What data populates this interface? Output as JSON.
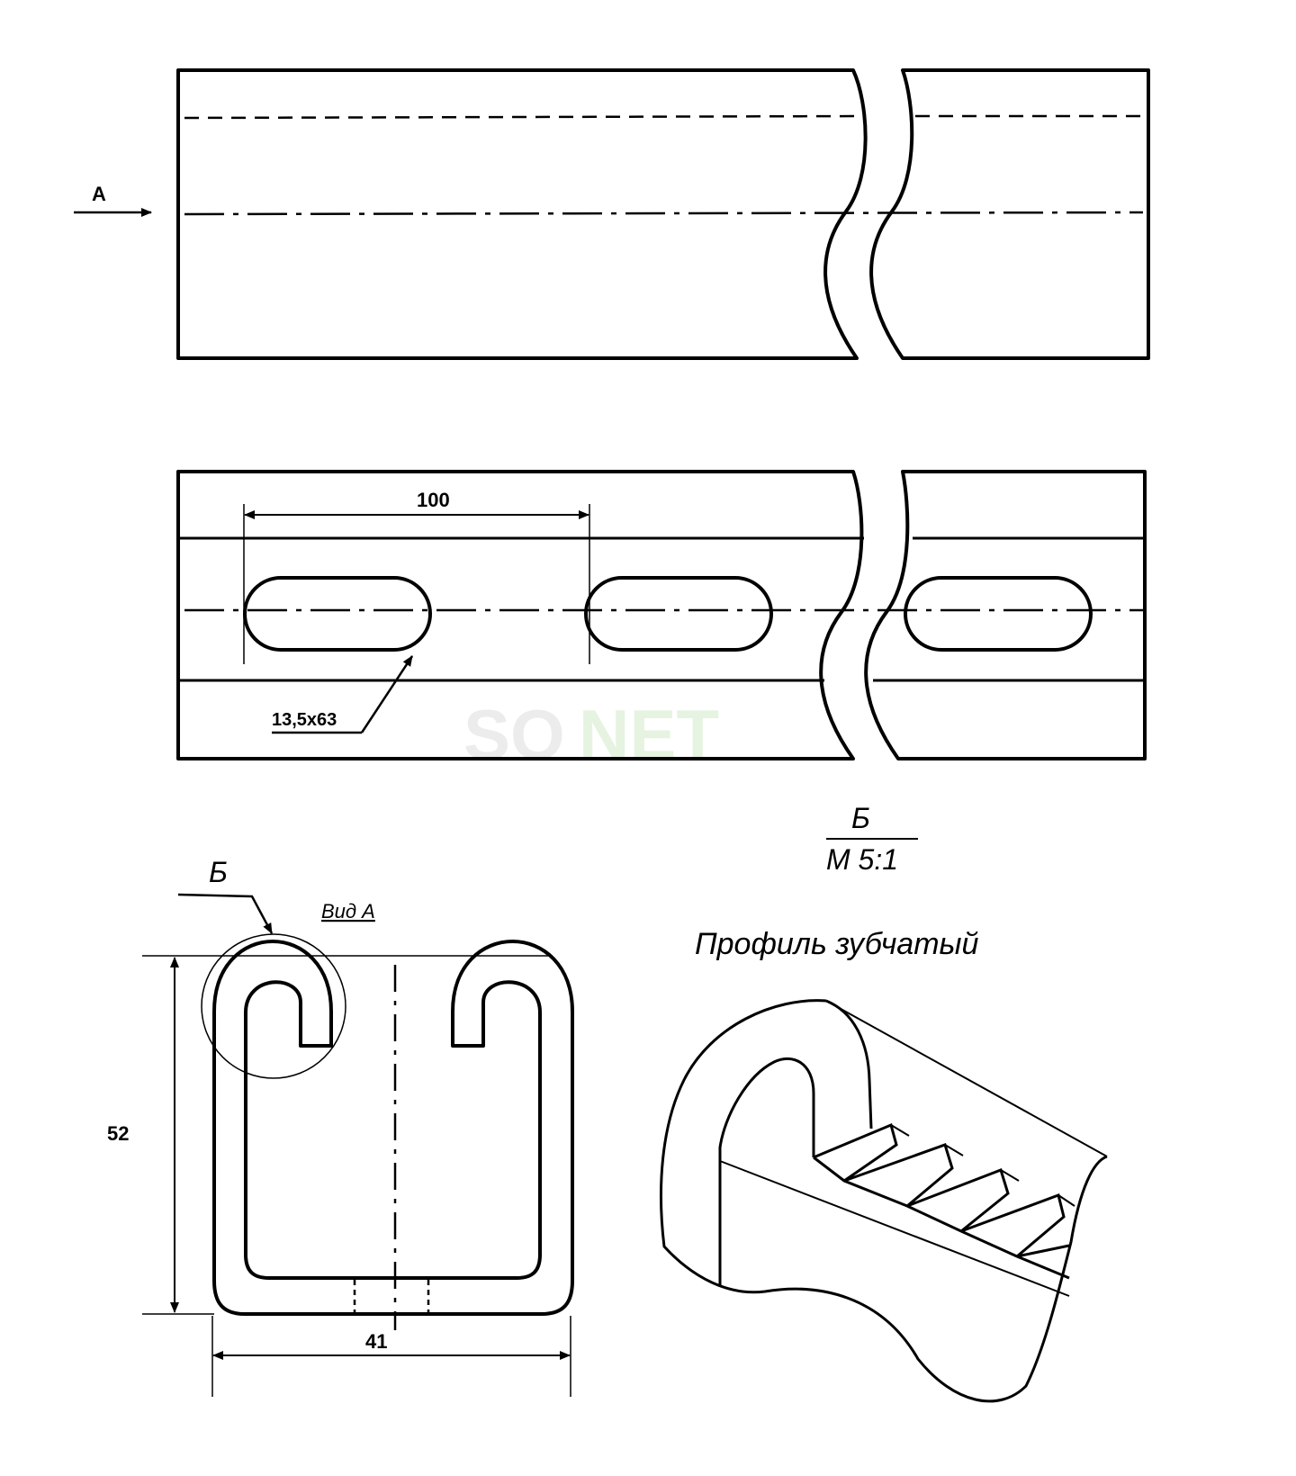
{
  "colors": {
    "ink": "#000000",
    "background": "#ffffff",
    "watermark": "#e8f3e4",
    "watermark_gray": "#ededed"
  },
  "top_view": {
    "view_arrow_label": "А"
  },
  "slot_view": {
    "pitch_label": "100",
    "slot_label": "13,5x63"
  },
  "watermark": {
    "text_gray": "SO",
    "text_green": "NET"
  },
  "section": {
    "cut_label": "Б",
    "view_caption": "Вид А",
    "height_label": "52",
    "width_label": "41"
  },
  "detail": {
    "label": "Б",
    "scale": "М 5:1",
    "caption": "Профиль зубчатый"
  }
}
